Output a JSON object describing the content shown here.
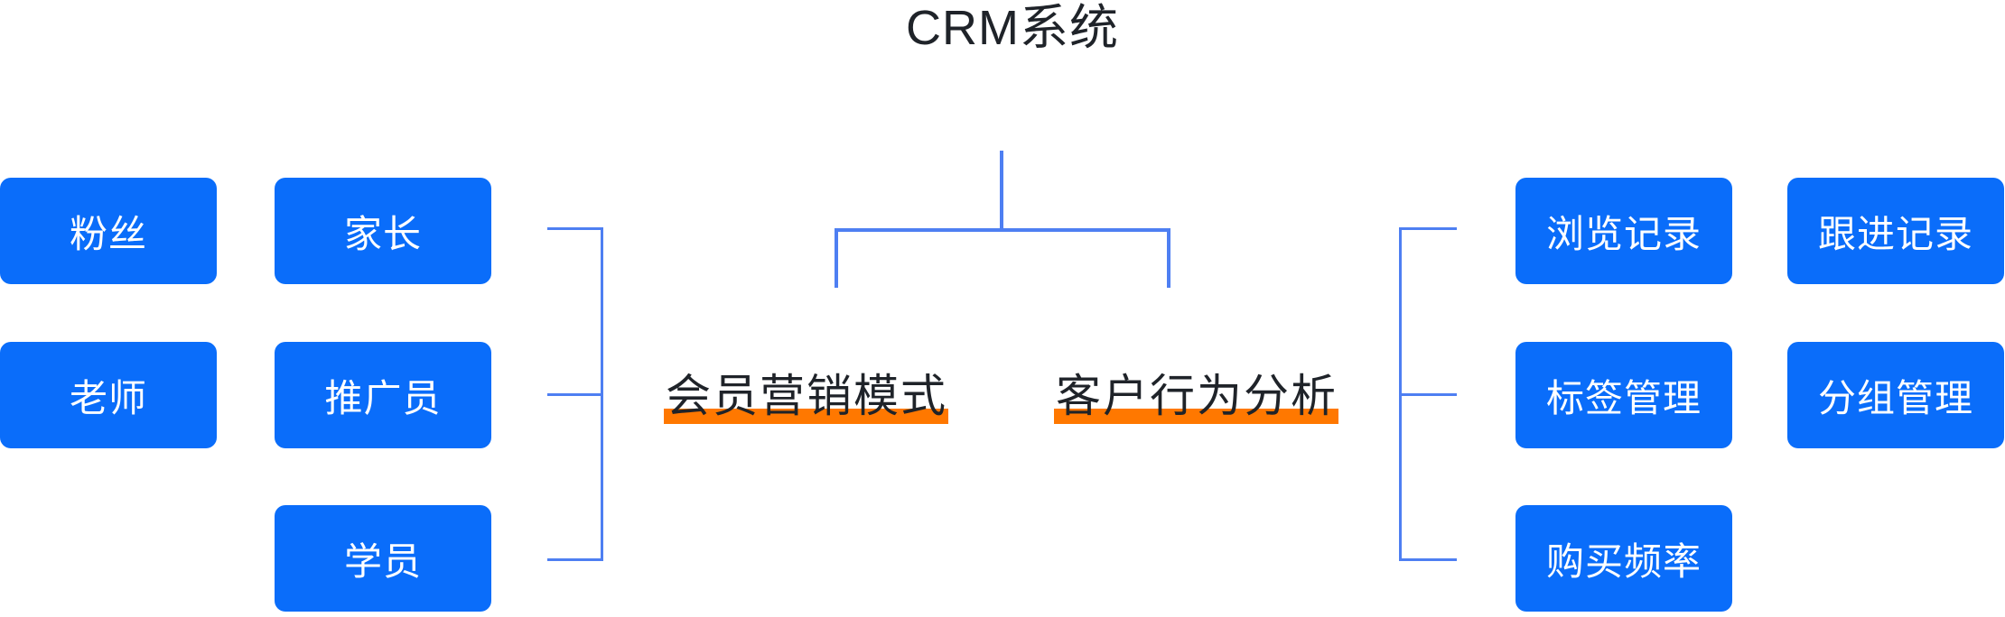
{
  "title": "CRM系统",
  "palette": {
    "node_blue": "#0A6DFA",
    "connector_blue": "#4E7FF2",
    "highlight_orange": "#FF7800",
    "dark_text": "#1F2329",
    "node_text": "#FFFFFF"
  },
  "center_topics": [
    {
      "label": "会员营销模式"
    },
    {
      "label": "客户行为分析"
    }
  ],
  "left_group": {
    "nodes": [
      {
        "label": "粉丝"
      },
      {
        "label": "家长"
      },
      {
        "label": "老师"
      },
      {
        "label": "推广员"
      },
      {
        "label": "学员"
      }
    ]
  },
  "right_group": {
    "nodes": [
      {
        "label": "浏览记录"
      },
      {
        "label": "跟进记录"
      },
      {
        "label": "标签管理"
      },
      {
        "label": "分组管理"
      },
      {
        "label": "购买频率"
      }
    ]
  }
}
